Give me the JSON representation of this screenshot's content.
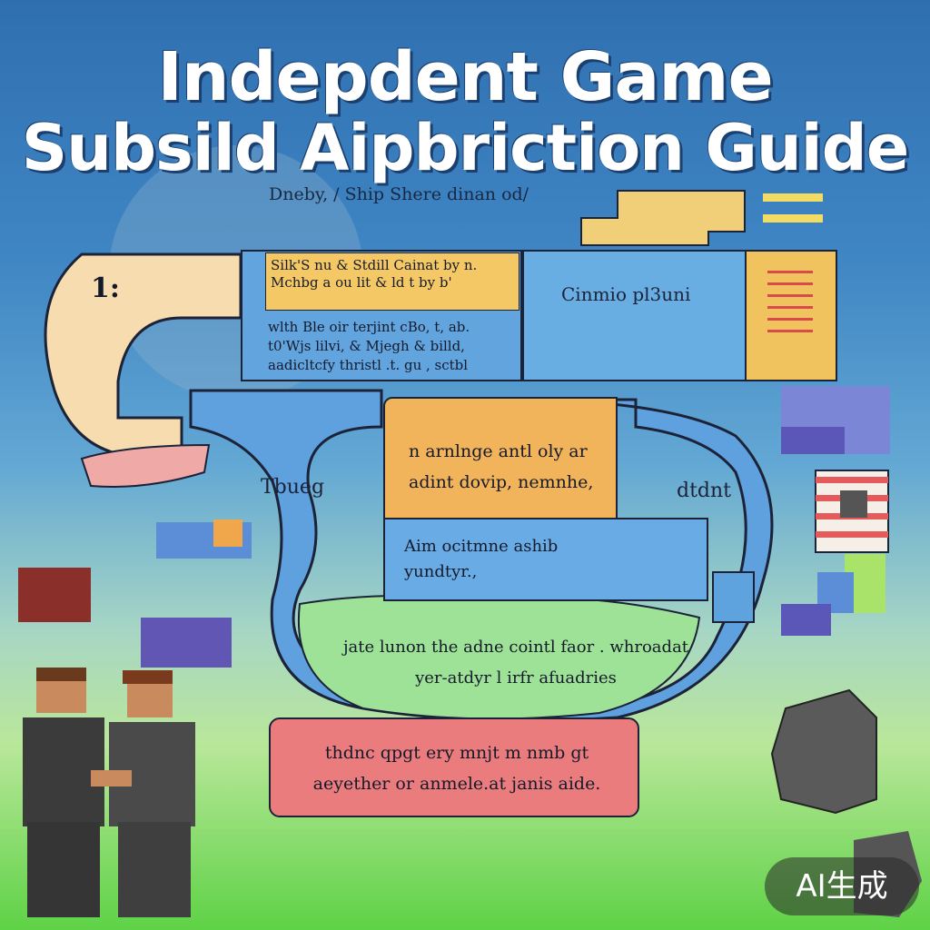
{
  "poster": {
    "title_line1": "Indepdent Game",
    "title_line2": "Subsild Aipbriction Guide",
    "subtitle": "Dneby, / Ship Shere dinan od/",
    "step_number": "1:",
    "panel1_text_top": "Silk'S nu & Stdill Cainat by n. Mchbg a ou lit & ld t by b'",
    "panel1_text_bottom": "wlth Ble oir terjint cBo, t, ab. t0'Wjs lilvi, & Mjegh & billd, aadicltcfy thristl .t. gu , sctbl",
    "panel_blue_label": "Cinmio pl3uni",
    "side_label_left": "Tbueg",
    "side_label_right": "dtdnt",
    "panel_orange_text": "n arnlnge antl oly ar adint dovip, nemnhe,",
    "panel_blue2_text": "Aim ocitmne ashib yundtyr.,",
    "panel_green_text": "jate lunon the adne cointl faor . whroadat yer-atdyr l irfr afuadries",
    "panel_red_text": "thdnc qpgt ery mnjt m nmb gt aeyether or anmele.at janis aide.",
    "watermark": "AI生成"
  },
  "icons": [
    "pixel-people-icon",
    "pixel-rock-icon",
    "pixel-block-icon",
    "flag-icon"
  ]
}
